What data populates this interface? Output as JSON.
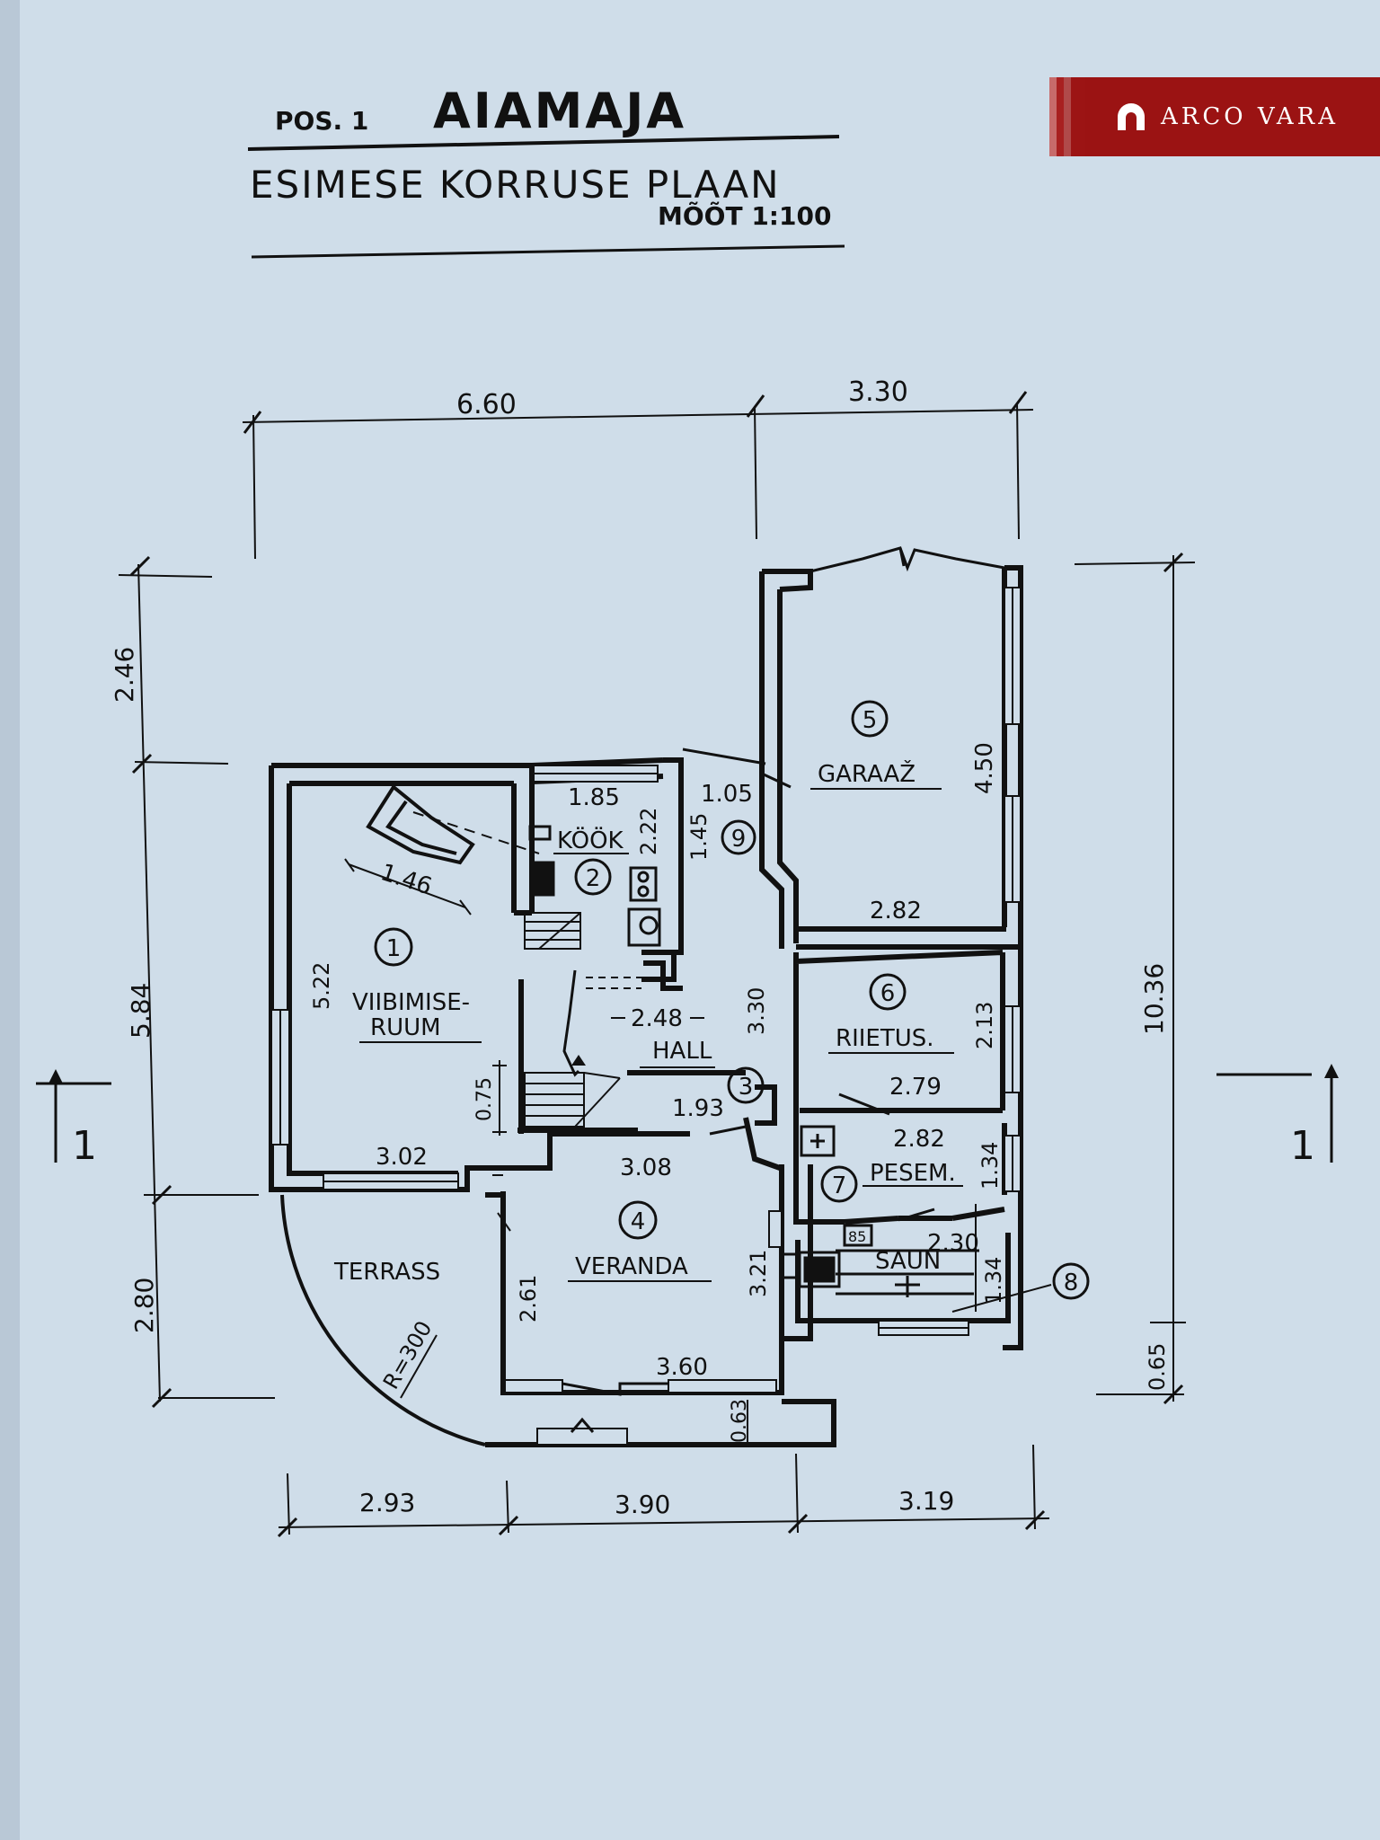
{
  "title": {
    "pos": "POS. 1",
    "name": "AIAMAJA",
    "subtitle": "ESIMESE KORRUSE PLAAN",
    "scale": "MÕÕT 1:100"
  },
  "brand": {
    "name": "ARCO VARA",
    "color": "#9b1313"
  },
  "colors": {
    "paper": "#cfdde9",
    "ink": "#111111"
  },
  "rooms": [
    {
      "no": "1",
      "name": "VIIBIMISE-",
      "name2": "RUUM"
    },
    {
      "no": "2",
      "name": "KÖÖK"
    },
    {
      "no": "3",
      "name": "HALL"
    },
    {
      "no": "4",
      "name": "VERANDA"
    },
    {
      "no": "5",
      "name": "GARAAŽ"
    },
    {
      "no": "6",
      "name": "RIIETUS."
    },
    {
      "no": "7",
      "name": "PESEM."
    },
    {
      "no": "8",
      "name": "SAUN"
    },
    {
      "no": "9",
      "name": ""
    }
  ],
  "terrace": {
    "name": "TERRASS",
    "radius": "R=300"
  },
  "dimensions": {
    "top_left": "6.60",
    "top_right": "3.30",
    "left_246": "2.46",
    "left_584": "5.84",
    "left_280": "2.80",
    "right_1036": "10.36",
    "right_065": "0.65",
    "bottom_293": "2.93",
    "bottom_390": "3.90",
    "bottom_319": "3.19",
    "r1_h": "5.22",
    "r1_w": "3.02",
    "r1_fire": "1.46",
    "k_w": "1.85",
    "k_h": "2.22",
    "r9_w": "1.05",
    "r9_h": "1.45",
    "hall_w": "2.48",
    "hall_h": "3.30",
    "hall_b": "1.93",
    "stair": "0.75",
    "gar_h": "4.50",
    "gar_w": "2.82",
    "ri_w": "2.79",
    "ri_h": "2.13",
    "pe_w": "2.82",
    "pe_h": "1.34",
    "sa_w": "2.30",
    "sa_h": "1.34",
    "ve_top": "3.08",
    "ve_h": "3.21",
    "ve_l": "2.61",
    "ve_b": "3.60",
    "ve_s": "0.63",
    "sa_box": "85"
  },
  "section_marks": [
    "1",
    "1"
  ]
}
